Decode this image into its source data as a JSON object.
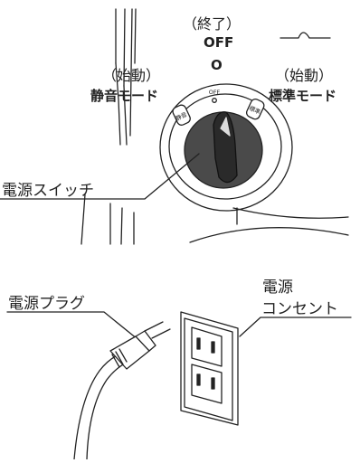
{
  "switch_labels": {
    "off_paren": "（終了）",
    "off_main": "OFF",
    "off_symbol": "O",
    "left_paren": "（始動）",
    "left_main": "静音モード",
    "right_paren": "（始動）",
    "right_main": "標準モード",
    "dial_off": "OFF",
    "dial_left": "静音",
    "dial_right": "標準"
  },
  "callouts": {
    "power_switch": "電源スイッチ",
    "power_plug": "電源プラグ",
    "outlet_line1": "電源",
    "outlet_line2": "コンセント"
  }
}
